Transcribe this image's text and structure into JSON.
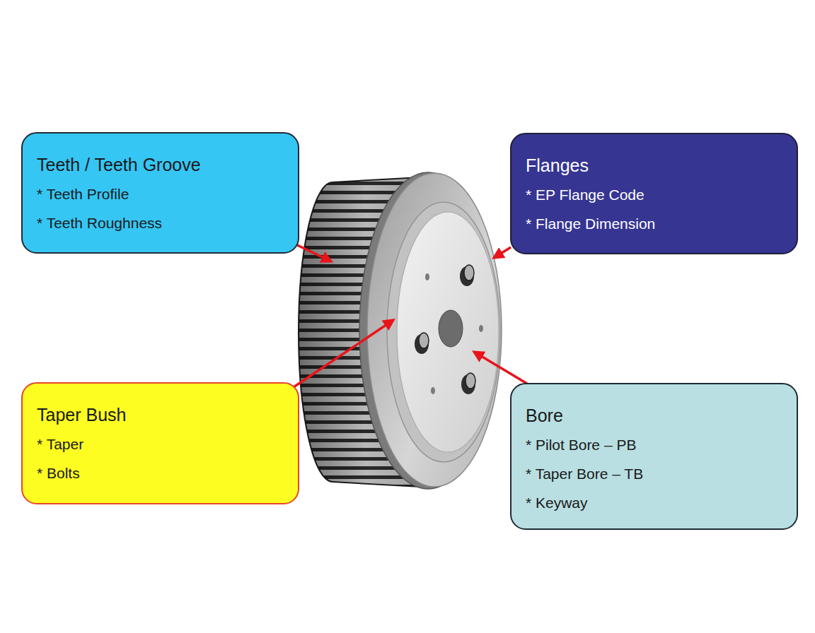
{
  "diagram": {
    "nodes": [
      {
        "text": [
          "Teeth / Teeth Groove",
          "* Teeth Profile",
          "* Teeth Roughness"
        ]
      },
      {
        "text": [
          "Flanges",
          "* EP Flange Code",
          "* Flange Dimension"
        ]
      },
      {
        "text": [
          "Taper Bush",
          "* Taper",
          "* Bolts"
        ]
      },
      {
        "text": [
          "Bore",
          "* Pilot Bore – PB",
          "* Taper Bore – TB",
          "* Keyway"
        ]
      }
    ]
  }
}
